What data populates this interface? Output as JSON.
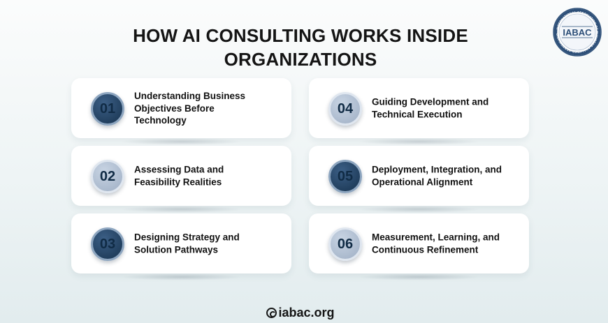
{
  "title": {
    "line1": "HOW AI CONSULTING WORKS INSIDE",
    "line2": "ORGANIZATIONS"
  },
  "logo": {
    "text": "IABAC",
    "ring_text": "INTERNATIONAL ASSOCIATION OF BUSINESS ANALYTICS CERTIFICATION",
    "icon": "iabac-seal-logo"
  },
  "steps": [
    {
      "number": "01",
      "style": "dark",
      "lines": [
        "Understanding Business",
        "Objectives Before",
        "Technology"
      ]
    },
    {
      "number": "02",
      "style": "light",
      "lines": [
        "Assessing Data and",
        "Feasibility Realities"
      ]
    },
    {
      "number": "03",
      "style": "dark",
      "lines": [
        "Designing Strategy and",
        "Solution Pathways"
      ]
    },
    {
      "number": "04",
      "style": "light",
      "lines": [
        "Guiding Development and",
        "Technical Execution"
      ]
    },
    {
      "number": "05",
      "style": "dark",
      "lines": [
        "Deployment, Integration, and",
        "Operational Alignment"
      ]
    },
    {
      "number": "06",
      "style": "light",
      "lines": [
        "Measurement, Learning, and",
        "Continuous Refinement"
      ]
    }
  ],
  "footer": {
    "text": "iabac.org",
    "icon": "copyright-icon"
  },
  "colors": {
    "dark_badge": "#22405f",
    "light_badge": "#a9b8cc",
    "text": "#111111",
    "card": "#ffffff"
  }
}
